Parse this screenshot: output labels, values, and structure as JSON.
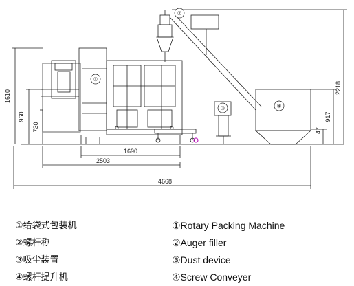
{
  "dimensions": {
    "h_1690": "1690",
    "h_2503": "2503",
    "h_4668": "4668",
    "v_1610": "1610",
    "v_960": "960",
    "v_730": "730",
    "v_2218": "2218",
    "v_917": "917",
    "v_47": "47"
  },
  "callouts": {
    "c1": "①",
    "c2": "②",
    "c3": "③",
    "c4": "④"
  },
  "legend_cn": [
    "①给袋式包装机",
    "②螺杆称",
    "③吸尘装置",
    "④螺杆提升机"
  ],
  "legend_en": [
    "①Rotary Packing Machine",
    "②Auger filler",
    "③Dust device",
    "④Screw Conveyer"
  ],
  "colors": {
    "line": "#222222",
    "caster_accent": "#c020c0"
  }
}
